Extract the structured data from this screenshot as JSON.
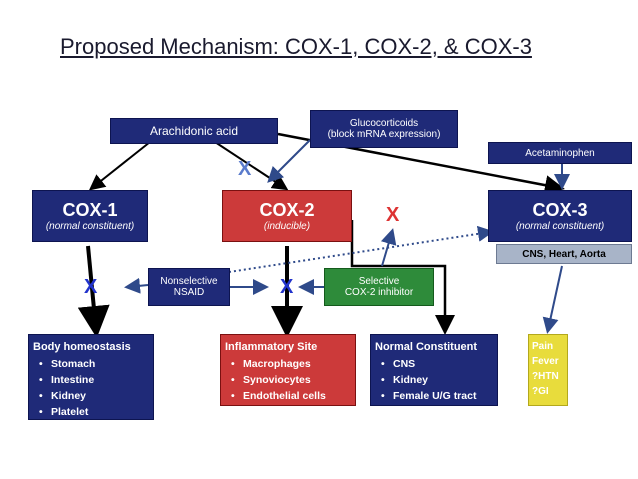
{
  "title": "Proposed Mechanism: COX-1, COX-2, & COX-3",
  "arachidonic": "Arachidonic acid",
  "glucocorticoids": {
    "line1": "Glucocorticoids",
    "line2": "(block mRNA expression)"
  },
  "acetaminophen": "Acetaminophen",
  "cox1": {
    "label": "COX-1",
    "sub": "(normal constituent)"
  },
  "cox2": {
    "label": "COX-2",
    "sub": "(inducible)"
  },
  "cox3": {
    "label": "COX-3",
    "sub": "(normal constituent)"
  },
  "cns_heart": "CNS, Heart, Aorta",
  "nonselective": {
    "line1": "Nonselective",
    "line2": "NSAID"
  },
  "selective": {
    "line1": "Selective",
    "line2": "COX-2 inhibitor"
  },
  "x_mark": "X",
  "body_homeostasis": {
    "title": "Body homeostasis",
    "items": [
      "Stomach",
      "Intestine",
      "Kidney",
      "Platelet"
    ]
  },
  "inflammatory": {
    "title": "Inflammatory Site",
    "items": [
      "Macrophages",
      "Synoviocytes",
      "Endothelial cells"
    ]
  },
  "normal_constituent": {
    "title": "Normal Constituent",
    "items": [
      "CNS",
      "Kidney",
      "Female U/G tract"
    ]
  },
  "pain_box": {
    "items": [
      "Pain",
      "Fever",
      "?HTN",
      "?GI"
    ]
  },
  "colors": {
    "navy": "#1f2a78",
    "red": "#cc3a3a",
    "green": "#2e8b3a",
    "yellow": "#e8dc3c",
    "blue_x": "#2233cc",
    "red_x": "#dd3333"
  }
}
